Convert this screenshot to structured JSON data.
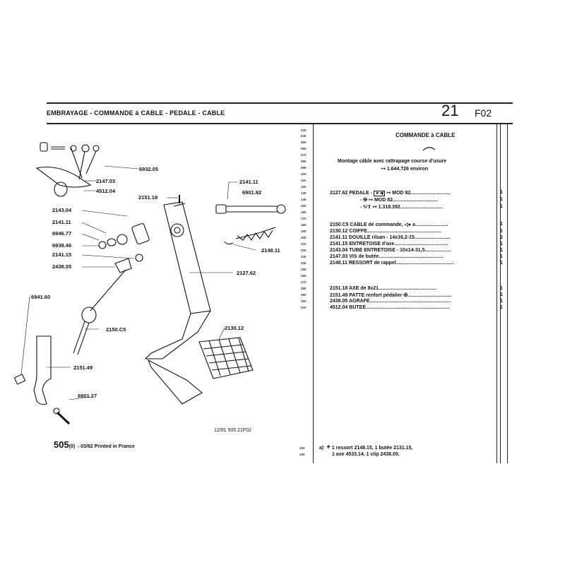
{
  "header": {
    "title": "EMBRAYAGE",
    "subtitle": "COMMANDE à CABLE - PEDALE - CABLE",
    "page_number": "21",
    "page_code": "F02"
  },
  "section": {
    "title": "COMMANDE à CABLE",
    "note_line1": "Montage câble avec rattrapage course d'usure",
    "note_line2": "1.644.726 environ"
  },
  "line_numbers": [
    "030",
    "040",
    "050",
    "060",
    "070",
    "080",
    "090",
    "100",
    "110",
    "120",
    "130",
    "140",
    "150",
    "160",
    "170",
    "180",
    "190",
    "200",
    "210",
    "220",
    "230",
    "240",
    "250",
    "260",
    "270",
    "280",
    "290",
    "300",
    "310"
  ],
  "parts": [
    {
      "ref": "2127.62",
      "desc": "PEDALE -",
      "variant": "MOD 82",
      "qty": "1"
    },
    {
      "ref": "",
      "desc": "-",
      "variant": "MOD 82",
      "qty": "1"
    },
    {
      "ref": "",
      "desc": "-",
      "variant": "1.318.392",
      "qty": "1"
    },
    {
      "ref": "2150.C5",
      "desc": "CABLE de commande,",
      "variant": "a",
      "qty": "1"
    },
    {
      "ref": "2130.12",
      "desc": "COIFFE",
      "variant": "",
      "qty": "1"
    },
    {
      "ref": "2141.11",
      "desc": "DOUILLE rilsan - 14x16,2-15",
      "variant": "",
      "qty": "2"
    },
    {
      "ref": "2141.15",
      "desc": "ENTRETOISE d'axe",
      "variant": "",
      "qty": "1"
    },
    {
      "ref": "2143.04",
      "desc": "TUBE ENTRETOISE - 10x14-31,5",
      "variant": "",
      "qty": "1"
    },
    {
      "ref": "2147.03",
      "desc": "VIS de butée",
      "variant": "",
      "qty": "1"
    },
    {
      "ref": "2148.11",
      "desc": "RESSORT de rappel",
      "variant": "",
      "qty": "1"
    },
    {
      "ref": "2151.18",
      "desc": "AXE de 8x21",
      "variant": "",
      "qty": "1"
    },
    {
      "ref": "2151.49",
      "desc": "PATTE renfort pédalier",
      "variant": "",
      "qty": "1"
    },
    {
      "ref": "2438.05",
      "desc": "AGRAFE",
      "variant": "",
      "qty": "1"
    },
    {
      "ref": "4512.04",
      "desc": "BUTEE",
      "variant": "",
      "qty": "1"
    }
  ],
  "diagram_labels": {
    "l6932_05": "6932.05",
    "l2147_03": "2147.03",
    "l4512_04": "4512.04",
    "l2151_18": "2151.18",
    "l2143_04": "2143.04",
    "l2141_11a": "2141.11",
    "l6946_77": "6946.77",
    "l6939_46": "6939.46",
    "l2141_15": "2141.15",
    "l2438_05": "2438.05",
    "l2141_11b": "2141.11",
    "l6901_92": "6901.92",
    "l2148_11": "2148.11",
    "l2127_62": "2127.62",
    "l6941_60": "6941.60",
    "l2150_c5": "2150.C5",
    "l2130_12": "2130.12",
    "l2151_49": "2151.49",
    "l6901_27": "6901.27"
  },
  "footnote": {
    "line_no_a": "320",
    "line_no_b": "330",
    "line1": "1 ressort 2148.15, 1 butée 2131.15,",
    "line2": "1 axe 4533.14, 1 clip 2438.05."
  },
  "doc_ref": "12/91 505 21F02",
  "footer": {
    "page": "505",
    "suffix": "(0)",
    "printed": "- 03/92 Printed in France"
  }
}
